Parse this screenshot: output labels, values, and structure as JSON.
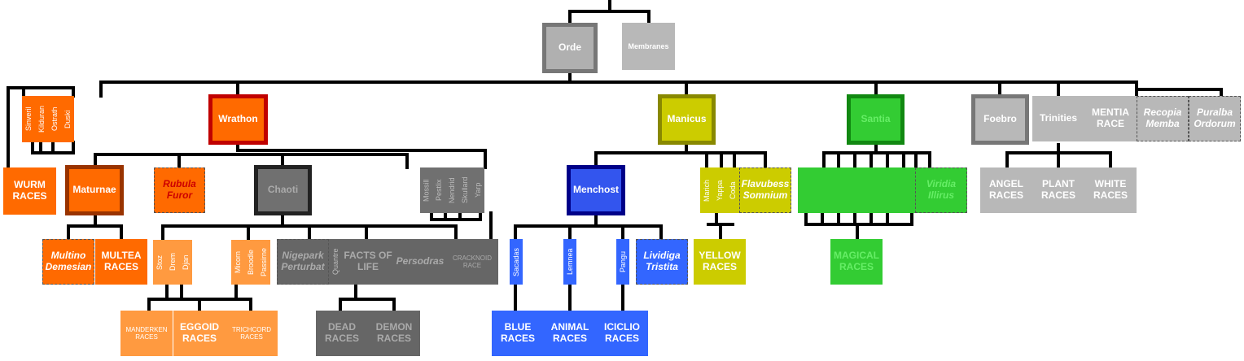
{
  "root": {
    "orde": "Orde",
    "membranes": "Membranes"
  },
  "orange": {
    "stack": [
      "Sinveril",
      "Kilduran",
      "Ostrath",
      "Duski"
    ],
    "wrathon": "Wrathon",
    "wurm": "WURM RACES",
    "maturnae": "Maturnae",
    "rubula": "Rubula Furor",
    "multino": "Multino Demesian",
    "multea": "MULTEA RACES",
    "mini1": [
      "Stoz",
      "Drem",
      "Djan"
    ],
    "mini2": [
      "Micorn",
      "Broodle",
      "Passirne"
    ],
    "manderken": "MANDERKEN RACES",
    "eggoid": "EGGOID RACES",
    "trichcord": "TRICHCORD RACES"
  },
  "gray": {
    "chaoti": "Chaoti",
    "stack": [
      "Mossill",
      "Pestlix",
      "Nendrid",
      "Skullard",
      "Yarp"
    ],
    "nigepark": "Nigepark Perturbat",
    "quantre": "Quantre",
    "facts": "FACTS OF LIFE",
    "persodras": "Persodras",
    "cracknoid": "CRACKNOID RACE",
    "dead": "DEAD RACES",
    "demon": "DEMON RACES"
  },
  "blue": {
    "menchost": "Menchost",
    "sacadas": "Sacadas",
    "lemnea": "Lemnea",
    "pangu": "Pangu",
    "lividiga": "Lividiga Tristita",
    "blue": "BLUE RACES",
    "animal": "ANIMAL RACES",
    "iciclio": "ICICLIO RACES"
  },
  "yellow": {
    "manicus": "Manicus",
    "stack": [
      "Marich",
      "Yappa",
      "Coda"
    ],
    "flavubess": "Flavubess Somnium",
    "yellow": "YELLOW RACES"
  },
  "green": {
    "santia": "Santia",
    "viridia": "Viridia Illirus",
    "magical": "MAGICAL RACES"
  },
  "silver": {
    "foebro": "Foebro",
    "trinities": "Trinities",
    "mentia": "MENTIA RACE",
    "recopia": "Recopia Memba",
    "puralba": "Puralba Ordorum",
    "angel": "ANGEL RACES",
    "plant": "PLANT RACES",
    "white": "WHITE RACES"
  }
}
